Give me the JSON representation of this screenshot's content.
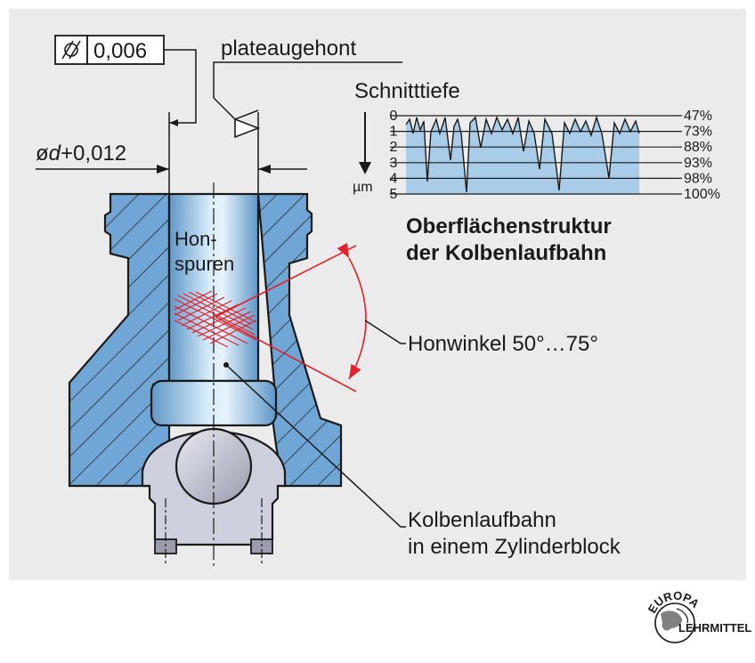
{
  "tolerance_box": {
    "symbol": "cylindricity-symbol",
    "value": "0,006"
  },
  "surface_finish_label": "plateaugehont",
  "diameter_label": {
    "prefix": "ø",
    "variable": "d",
    "suffix": "+0,012"
  },
  "bore_label": [
    "Hon-",
    "spuren"
  ],
  "profile": {
    "title": "Schnitttiefe",
    "unit": "µm",
    "depth_ticks": [
      "0",
      "1",
      "2",
      "3",
      "4",
      "5"
    ],
    "percent_ticks": [
      "47%",
      "73%",
      "88%",
      "93%",
      "98%",
      "100%"
    ]
  },
  "caption": [
    "Oberflächenstruktur",
    "der Kolbenlaufbahn"
  ],
  "hone_angle_label": "Honwinkel 50°…75°",
  "bore_caption": [
    "Kolbenlaufbahn",
    "in einem Zylinderblock"
  ],
  "logo_text": {
    "top": "EUROPA",
    "bottom": "LEHRMITTEL"
  },
  "colors": {
    "background_panel": "#ebebeb",
    "block_blue": "#6fa6d6",
    "bore_light": "#cfe6f7",
    "profile_fill": "#a9cde9",
    "bearing_gray": "#cfd0dd",
    "hone_red": "#e0202a"
  }
}
